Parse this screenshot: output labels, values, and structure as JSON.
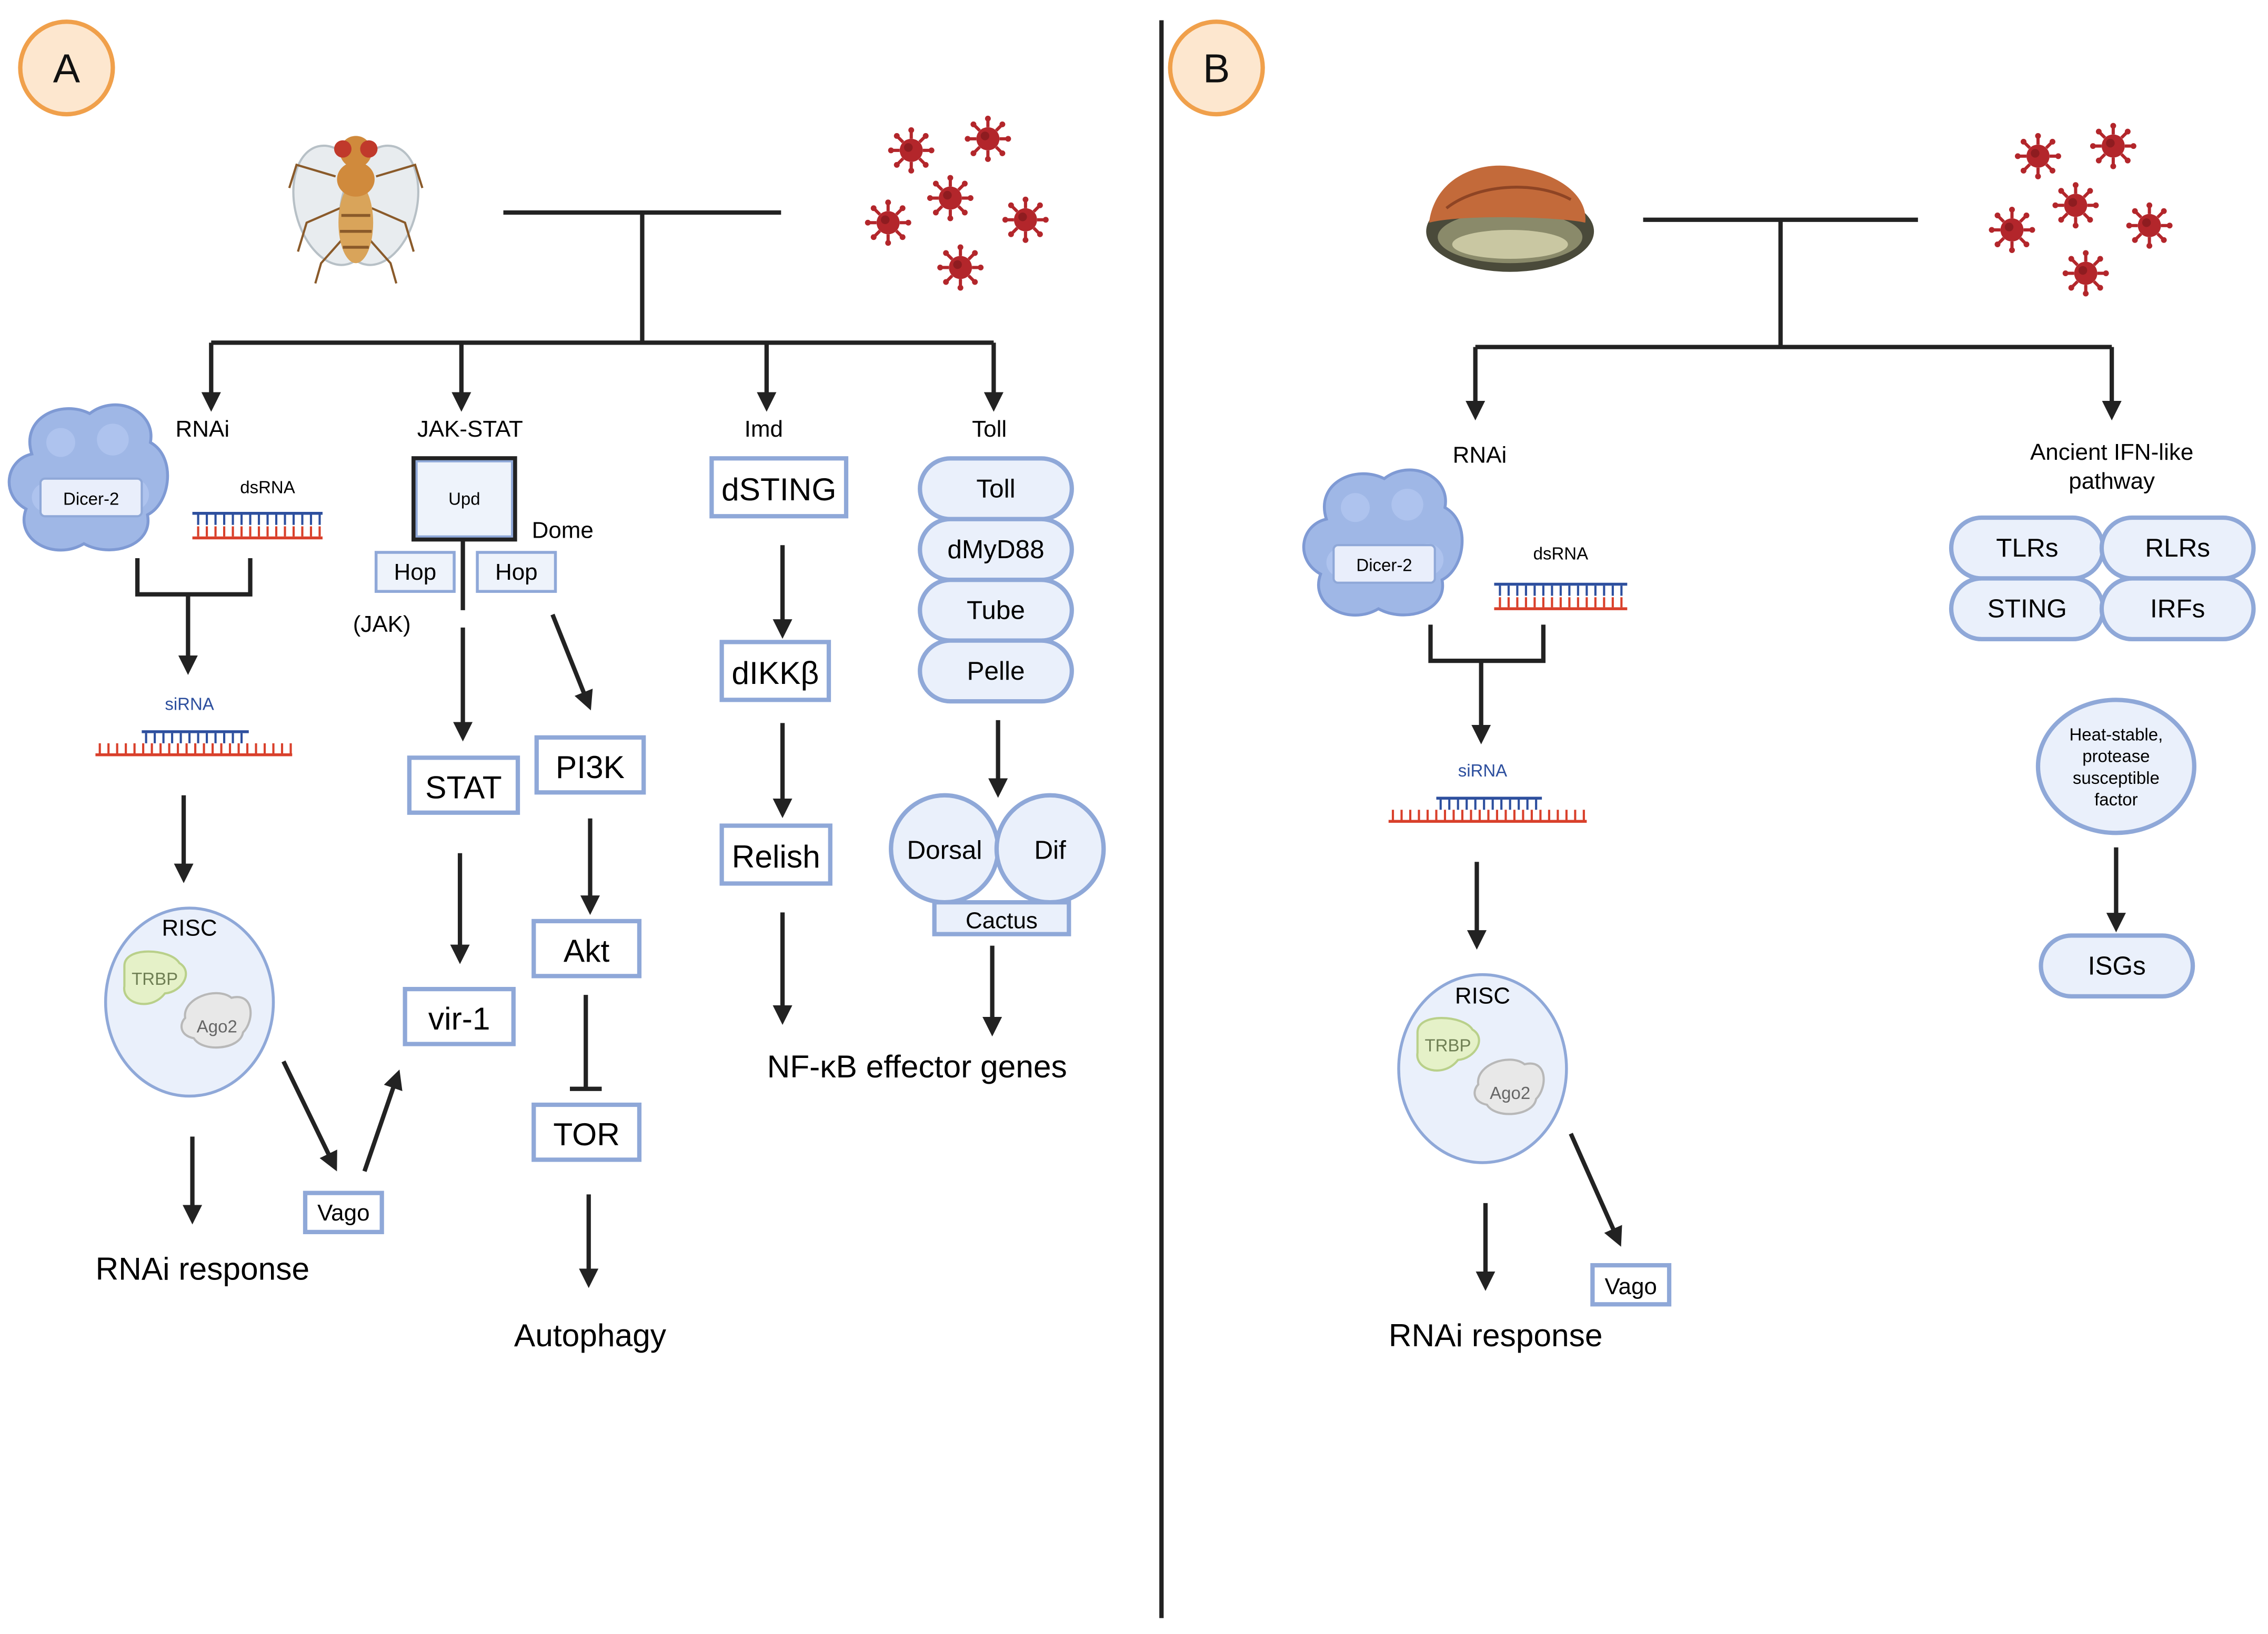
{
  "panel_a": {
    "badge": "A",
    "pathways": {
      "rnai": {
        "title": "RNAi",
        "dicer": "Dicer-2",
        "dsrna": "dsRNA",
        "sirna": "siRNA",
        "risc": "RISC",
        "trbp": "TRBP",
        "ago2": "Ago2",
        "vago": "Vago",
        "response": "RNAi response"
      },
      "jakstat": {
        "title": "JAK-STAT",
        "upd": "Upd",
        "dome": "Dome",
        "hop_left": "Hop",
        "hop_right": "Hop",
        "jak": "(JAK)",
        "stat": "STAT",
        "vir1": "vir-1",
        "pi3k": "PI3K",
        "akt": "Akt",
        "tor": "TOR",
        "autophagy": "Autophagy"
      },
      "imd": {
        "title": "Imd",
        "dsting": "dSTING",
        "dikkb": "dIKKβ",
        "relish": "Relish",
        "effector": "NF-κB effector genes"
      },
      "toll": {
        "title": "Toll",
        "stack": [
          "Toll",
          "dMyD88",
          "Tube",
          "Pelle"
        ],
        "dorsal": "Dorsal",
        "dif": "Dif",
        "cactus": "Cactus"
      }
    }
  },
  "panel_b": {
    "badge": "B",
    "rnai": {
      "title": "RNAi",
      "dicer": "Dicer-2",
      "dsrna": "dsRNA",
      "sirna": "siRNA",
      "risc": "RISC",
      "trbp": "TRBP",
      "ago2": "Ago2",
      "vago": "Vago",
      "response": "RNAi response"
    },
    "ifn": {
      "title_line1": "Ancient IFN-like",
      "title_line2": "pathway",
      "receptors": [
        "TLRs",
        "RLRs",
        "STING",
        "IRFs"
      ],
      "factor_lines": [
        "Heat-stable,",
        "protease",
        "susceptible",
        "factor"
      ],
      "isgs": "ISGs"
    }
  },
  "colors": {
    "badge_fill": "#fde7cf",
    "badge_stroke": "#f0a04b",
    "box_stroke": "#8fa8d8",
    "box_fill": "#eef3fb",
    "virus": "#b3262b",
    "dicer": "#9fb7e6",
    "dsrna_top": "#2d4f9e",
    "dsrna_bottom": "#d9402b"
  }
}
